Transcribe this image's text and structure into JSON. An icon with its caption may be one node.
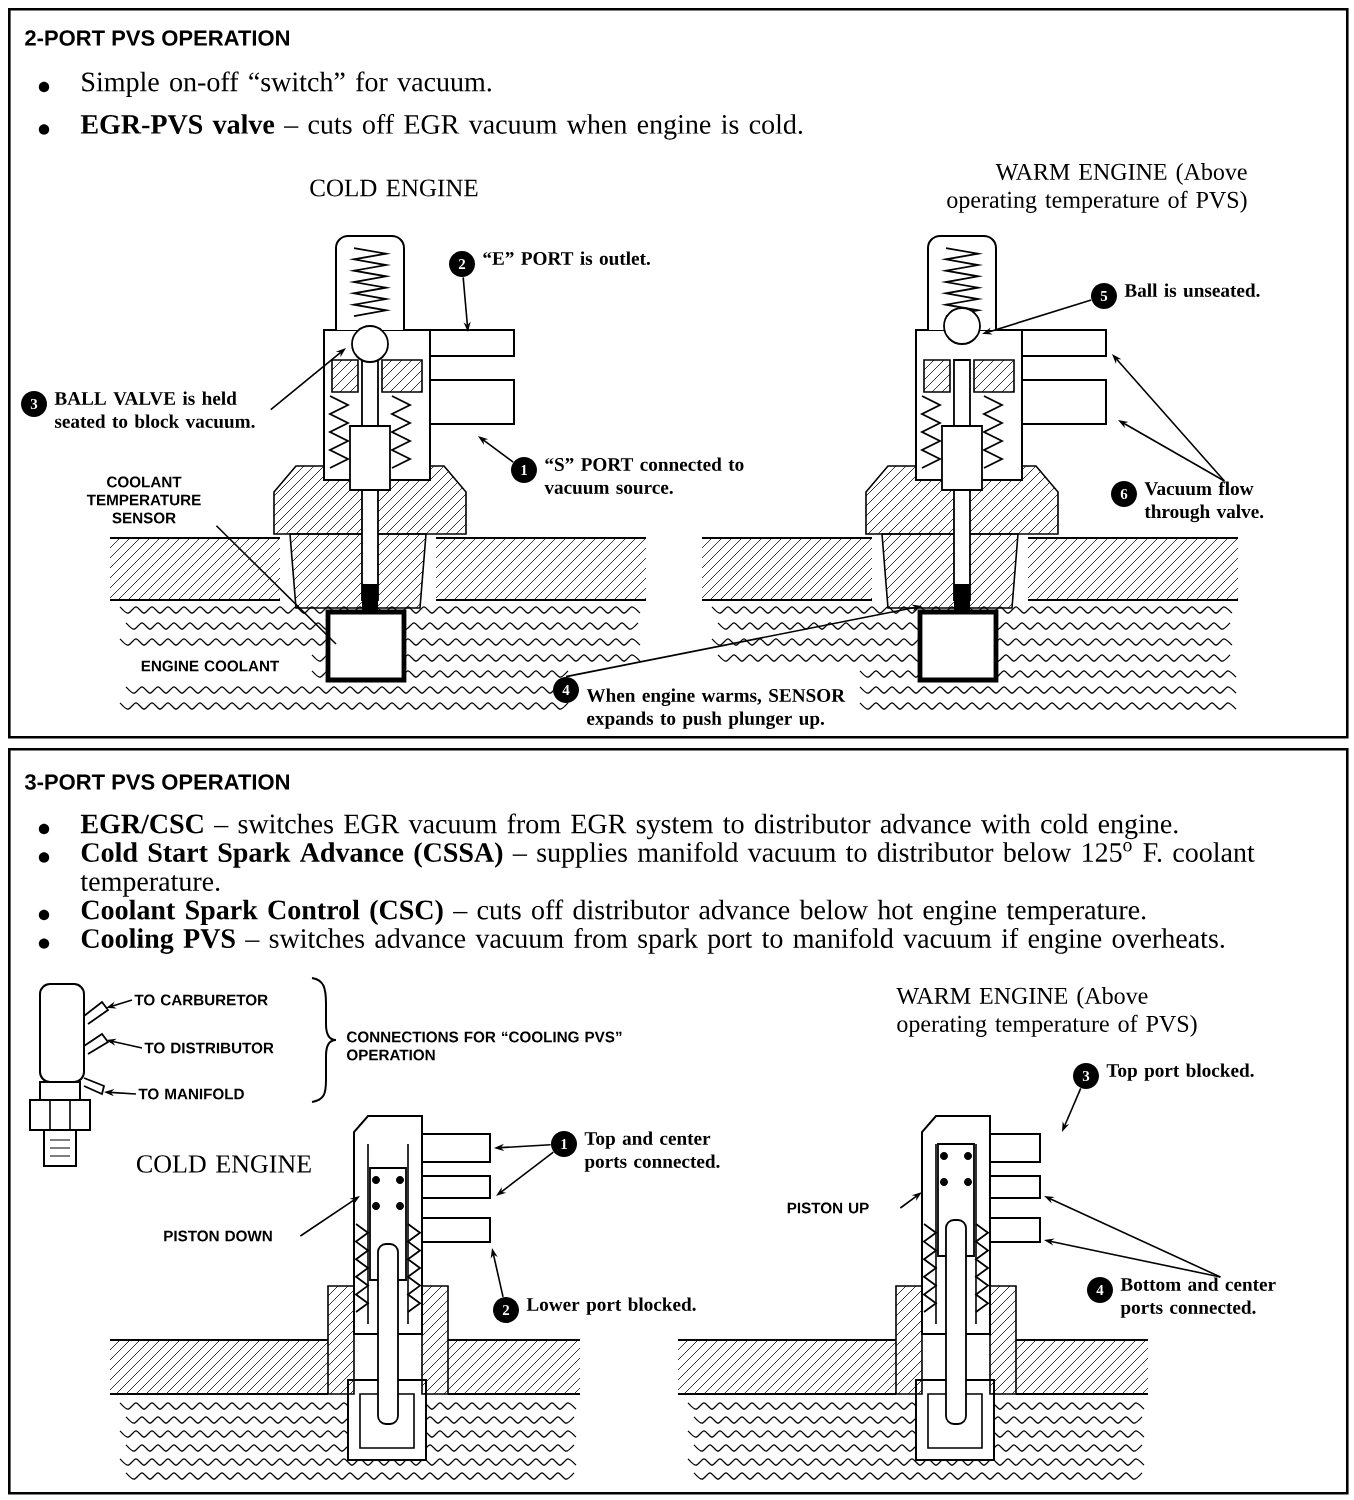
{
  "diagram": {
    "nodes": [
      {
        "text": [
          "2-PORT PVS OPERATION",
          "Simple on-off “switch” for vacuum.",
          "**EGR-PVS valve** – cuts off EGR vacuum when engine is cold."
        ]
      },
      {
        "text": [
          "2"
        ],
        "beside": [
          "“E” PORT is outlet."
        ],
        "in": 0
      },
      {
        "text": [
          "3"
        ],
        "beside": [
          "**BALL VALVE** is held seated to block vacuum."
        ],
        "in": 0
      },
      {
        "text": [
          "1"
        ],
        "beside": [
          "“S” PORT connected to vacuum source."
        ],
        "in": 0
      },
      {
        "text": [
          "COOLANT TEMPERATURE SENSOR"
        ],
        "in": 0
      },
      {
        "text": [
          "4"
        ],
        "beside": [
          "When engine warms, SENSOR expands to push plunger up."
        ],
        "in": 0
      },
      {
        "text": [
          "5"
        ],
        "beside": [
          "Ball is unseated."
        ],
        "in": 0
      },
      {
        "text": [
          "6"
        ],
        "beside": [
          "Vacuum flow through valve."
        ],
        "in": 0
      },
      {
        "text": [
          "3-PORT PVS OPERATION",
          "**EGR/CSC** – switches EGR vacuum from EGR system to distributor advance with cold engine.",
          "**Cold Start Spark Advance (CSSA)** – supplies manifold vacuum to distributor below 125$^{o}$ F. coolant temperature.",
          "**Coolant Spark Control (CSC)** – cuts off distributor advance below hot engine temperature.",
          "**Cooling PVS** – switches advance vacuum from spark port to manifold vacuum if engine overheats."
        ]
      },
      {
        "text": [
          "TO CARBURETOR"
        ],
        "in": 8
      },
      {
        "text": [
          "TO DISTRIBUTOR"
        ],
        "in": 8
      },
      {
        "text": [
          "TO MANIFOLD"
        ],
        "in": 8
      },
      {
        "text": [
          "PISTON DOWN"
        ],
        "in": 8
      },
      {
        "text": [
          "1"
        ],
        "beside": [
          "Top and center ports connected."
        ],
        "in": 8
      },
      {
        "text": [
          "2"
        ],
        "beside": [
          "Lower port blocked."
        ],
        "in": 8
      },
      {
        "text": [
          "PISTON UP"
        ],
        "in": 8
      },
      {
        "text": [
          "3"
        ],
        "beside": [
          "Top port blocked."
        ],
        "in": 8
      },
      {
        "text": [
          "4"
        ],
        "beside": [
          "Bottom and center ports connected."
        ],
        "in": 8
      },
      {
        "text": [],
        "shape": "picture",
        "in": 8
      }
    ],
    "edges": [
      {
        "from": 1,
        "to": null,
        "arrow": "to"
      },
      {
        "from": 2,
        "to": null,
        "arrow": "to"
      },
      {
        "from": 3,
        "to": null,
        "arrow": "to"
      },
      {
        "from": 4,
        "to": null,
        "arrow": "none"
      },
      {
        "from": 5,
        "to": null,
        "arrow": "to"
      },
      {
        "from": 6,
        "to": null,
        "arrow": "to"
      },
      {
        "from": 7,
        "to": null,
        "arrow": "to"
      },
      {
        "from": 7,
        "to": null,
        "arrow": "to"
      },
      {
        "from": 9,
        "to": 18,
        "arrow": "to"
      },
      {
        "from": 10,
        "to": 18,
        "arrow": "to"
      },
      {
        "from": 11,
        "to": 18,
        "arrow": "to"
      },
      {
        "from": 12,
        "to": null,
        "arrow": "to"
      },
      {
        "from": 13,
        "to": null,
        "arrow": "to"
      },
      {
        "from": 13,
        "to": null,
        "arrow": "to"
      },
      {
        "from": 14,
        "to": null,
        "arrow": "to"
      },
      {
        "from": 15,
        "to": null,
        "arrow": "to"
      },
      {
        "from": 16,
        "to": null,
        "arrow": "to"
      },
      {
        "from": 17,
        "to": null,
        "arrow": "to"
      },
      {
        "from": 17,
        "to": null,
        "arrow": "to"
      }
    ],
    "labels": [
      "COLD ENGINE",
      "WARM ENGINE (Above operating temperature of PVS)",
      "ENGINE COOLANT",
      "CONNECTIONS FOR “COOLING PVS” OPERATION",
      "WARM ENGINE (Above operating temperature of PVS)",
      "COLD ENGINE"
    ]
  }
}
